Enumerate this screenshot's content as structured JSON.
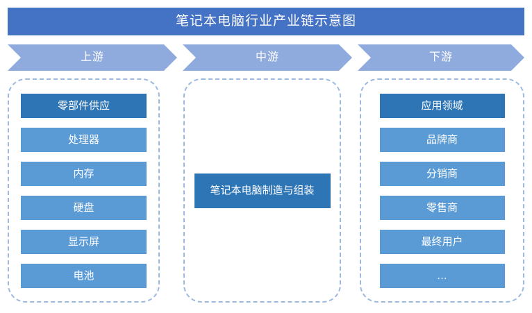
{
  "title": "笔记本电脑行业产业链示意图",
  "colors": {
    "title_bar": "#4472C4",
    "arrow": "#8FAADC",
    "item_head": "#2E75B6",
    "item": "#5B9BD5",
    "panel_border": "#9CB9E0",
    "background": "#FFFFFF",
    "text": "#FFFFFF"
  },
  "stages": {
    "upstream": {
      "arrow_label": "上游",
      "items": [
        {
          "label": "零部件供应",
          "emphasis": true
        },
        {
          "label": "处理器",
          "emphasis": false
        },
        {
          "label": "内存",
          "emphasis": false
        },
        {
          "label": "硬盘",
          "emphasis": false
        },
        {
          "label": "显示屏",
          "emphasis": false
        },
        {
          "label": "电池",
          "emphasis": false
        }
      ]
    },
    "midstream": {
      "arrow_label": "中游",
      "box_label": "笔记本电脑制造与组装"
    },
    "downstream": {
      "arrow_label": "下游",
      "items": [
        {
          "label": "应用领域",
          "emphasis": true
        },
        {
          "label": "品牌商",
          "emphasis": false
        },
        {
          "label": "分销商",
          "emphasis": false
        },
        {
          "label": "零售商",
          "emphasis": false
        },
        {
          "label": "最终用户",
          "emphasis": false
        },
        {
          "label": "…",
          "emphasis": false
        }
      ]
    }
  }
}
